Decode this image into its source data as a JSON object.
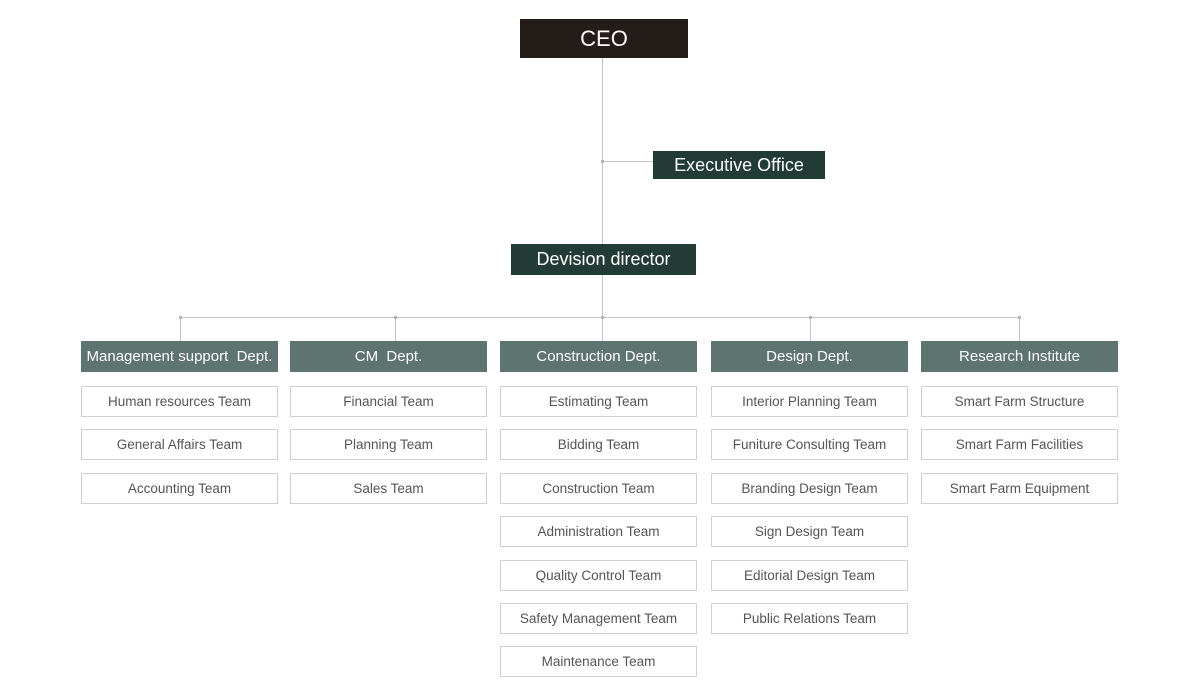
{
  "ceo": "CEO",
  "executive_office": "Executive Office",
  "division_director": "Devision director",
  "departments": [
    {
      "name": "Management support  Dept.",
      "teams": [
        "Human resources Team",
        "General Affairs Team",
        "Accounting Team"
      ]
    },
    {
      "name": "CM  Dept.",
      "teams": [
        "Financial Team",
        "Planning Team",
        "Sales Team"
      ]
    },
    {
      "name": "Construction Dept.",
      "teams": [
        "Estimating Team",
        "Bidding Team",
        "Construction Team",
        "Administration Team",
        "Quality Control Team",
        "Safety Management Team",
        "Maintenance Team"
      ]
    },
    {
      "name": "Design Dept.",
      "teams": [
        "Interior Planning Team",
        "Funiture Consulting Team",
        "Branding Design Team",
        "Sign Design Team",
        "Editorial Design Team",
        "Public Relations Team"
      ]
    },
    {
      "name": "Research Institute",
      "teams": [
        "Smart Farm Structure",
        "Smart Farm Facilities",
        "Smart Farm Equipment"
      ]
    }
  ]
}
